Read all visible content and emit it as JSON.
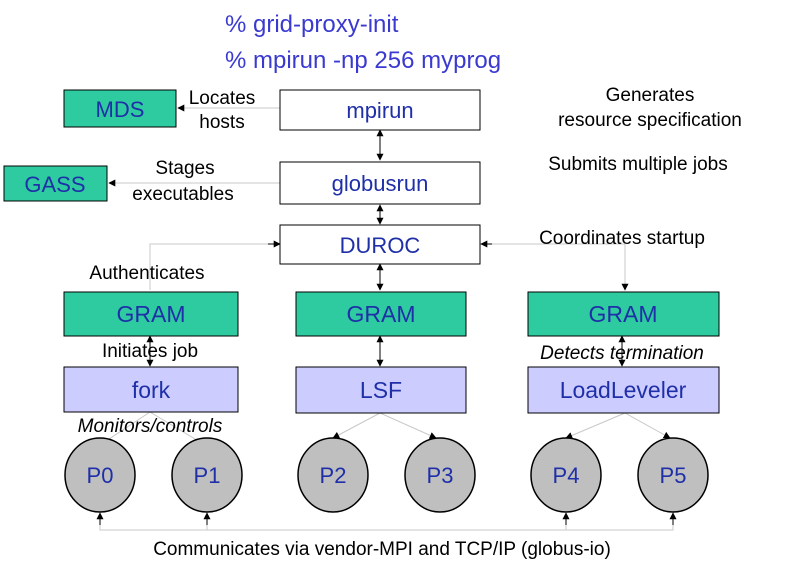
{
  "commands": {
    "line1": "% grid-proxy-init",
    "line2": "%  mpirun -np 256 myprog"
  },
  "boxes": {
    "mds": "MDS",
    "gass": "GASS",
    "mpirun": "mpirun",
    "globusrun": "globusrun",
    "duroc": "DUROC",
    "gram1": "GRAM",
    "gram2": "GRAM",
    "gram3": "GRAM",
    "fork": "fork",
    "lsf": "LSF",
    "loadleveler": "LoadLeveler"
  },
  "processes": [
    "P0",
    "P1",
    "P2",
    "P3",
    "P4",
    "P5"
  ],
  "labels": {
    "locates": "Locates",
    "hosts": "hosts",
    "stages": "Stages",
    "executables": "executables",
    "generates": "Generates",
    "resource_spec": "resource specification",
    "submits": "Submits multiple jobs",
    "coordinates": "Coordinates startup",
    "authenticates": "Authenticates",
    "initiates": "Initiates job",
    "detects": "Detects termination",
    "monitors": "Monitors/controls",
    "communicates": "Communicates via vendor-MPI and TCP/IP (globus-io)"
  },
  "colors": {
    "command_text": "#3a3ad0",
    "box_text": "#1f2fa8",
    "green_fill": "#2ecba0",
    "lavender_fill": "#ccccff",
    "process_fill": "#bfbfbf"
  }
}
